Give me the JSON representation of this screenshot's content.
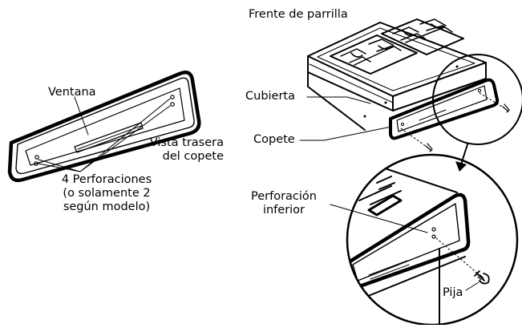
{
  "labels": {
    "ventana": "Ventana",
    "vista_trasera_line1": "Vista trasera",
    "vista_trasera_line2": "del copete",
    "perforaciones_line1": "4 Perforaciones",
    "perforaciones_line2": "(o solamente 2",
    "perforaciones_line3": "según modelo)",
    "frente_de_parrilla": "Frente de parrilla",
    "cubierta": "Cubierta",
    "copete": "Copete",
    "perforacion_inferior_line1": "Perforación",
    "perforacion_inferior_line2": "inferior",
    "pija": "Pija"
  }
}
